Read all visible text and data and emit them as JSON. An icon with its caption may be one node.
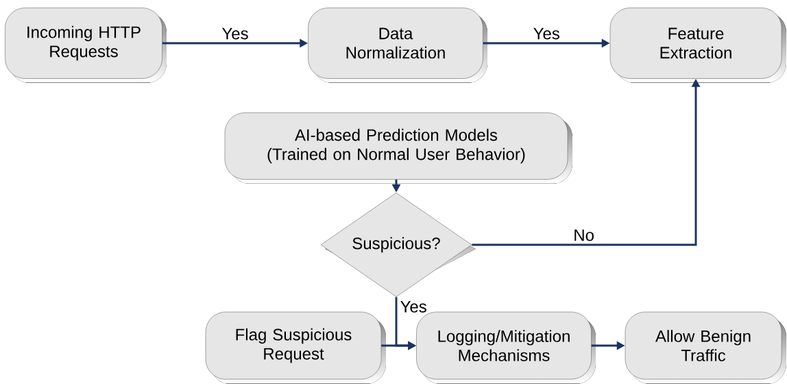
{
  "diagram": {
    "nodes": [
      {
        "text": [
          "Incoming HTTP Requests"
        ]
      },
      {
        "text": [
          "Data Normalization"
        ]
      },
      {
        "text": [
          "Feature Extraction"
        ]
      },
      {
        "text": [
          "AI-based Prediction Models (Trained on Normal User Behavior)"
        ]
      },
      {
        "text": [
          "Suspicious?"
        ]
      },
      {
        "text": [
          "Flag Suspicious Request"
        ]
      },
      {
        "text": [
          "Logging/Mitigation Mechanisms"
        ]
      },
      {
        "text": [
          "Allow Benign Traffic"
        ]
      }
    ],
    "edges": [
      {
        "from": 0,
        "to": 1,
        "arrow": "to",
        "label": "Yes"
      },
      {
        "from": 1,
        "to": 2,
        "arrow": "to",
        "label": "Yes"
      },
      {
        "from": 3,
        "to": 4,
        "arrow": "to"
      },
      {
        "from": 4,
        "to": 2,
        "arrow": "to",
        "label": "No"
      },
      {
        "from": 4,
        "to": 6,
        "arrow": "to",
        "label": "Yes"
      },
      {
        "from": 5,
        "to": 6,
        "arrow": "to"
      },
      {
        "from": 6,
        "to": 7,
        "arrow": "to"
      }
    ]
  }
}
